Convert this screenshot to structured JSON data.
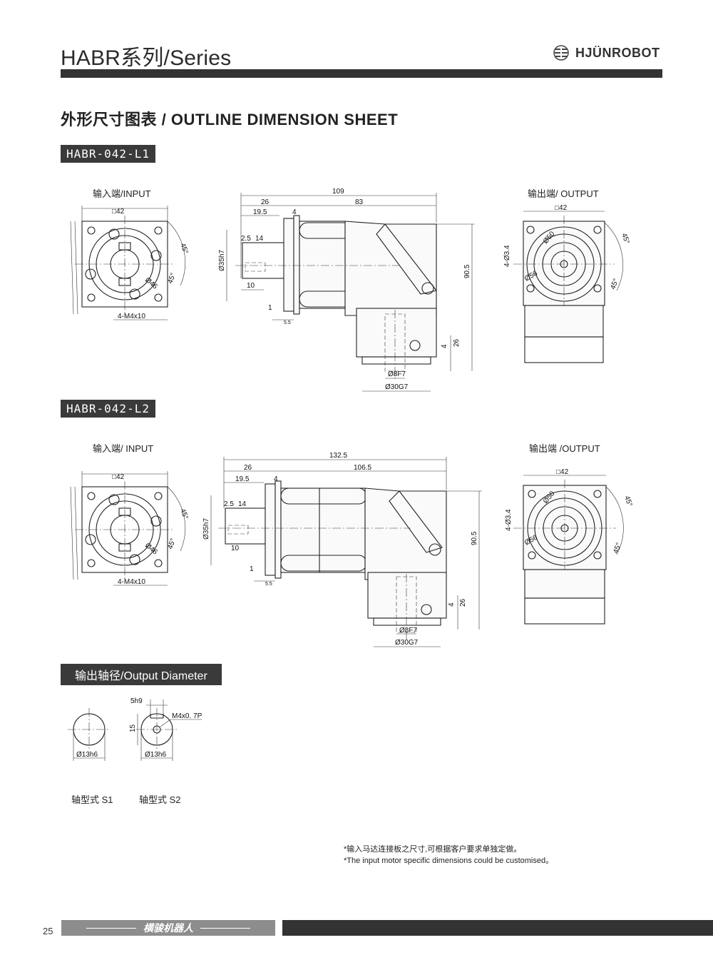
{
  "header": {
    "series_title": "HABR系列/Series",
    "brand": "HJÜNROBOT"
  },
  "section": {
    "heading": "外形尺寸图表 / OUTLINE DIMENSION SHEET"
  },
  "models": [
    {
      "tag": "HABR-042-L1",
      "input_label": "输入端/INPUT",
      "output_label": "输出端/ OUTPUT",
      "dims": {
        "sq42": "□42",
        "d46": "Ø46",
        "a45a": "45°",
        "a45b": "45°",
        "m4": "4-M4x10",
        "len109": "109",
        "len26": "26",
        "len83": "83",
        "len19_5": "19.5",
        "len4": "4",
        "len2_5": "2.5",
        "len14": "14",
        "d35": "Ø35h7",
        "len10": "10",
        "len1": "1",
        "len5_5": "5.5",
        "h90_5": "90.5",
        "h26": "26",
        "h4": "4",
        "d8": "Ø8F7",
        "d30": "Ø30G7",
        "out_sq42": "□42",
        "out_d50": "Ø50",
        "out_d56": "Ø56",
        "out_holes": "4-Ø3.4",
        "out_a45a": "45°",
        "out_a45b": "45°"
      }
    },
    {
      "tag": "HABR-042-L2",
      "input_label": "输入端/ INPUT",
      "output_label": "输出端 /OUTPUT",
      "dims": {
        "sq42": "□42",
        "d46": "Ø46",
        "a45a": "45°",
        "a45b": "45°",
        "m4": "4-M4x10",
        "len132_5": "132.5",
        "len26": "26",
        "len106_5": "106.5",
        "len19_5": "19.5",
        "len4": "4",
        "len2_5": "2.5",
        "len14": "14",
        "d35": "Ø35h7",
        "len10": "10",
        "len1": "1",
        "len5_5": "5.5",
        "h90_5": "90.5",
        "h26": "26",
        "h4": "4",
        "d8": "Ø8F7",
        "d30": "Ø30G7",
        "out_sq42": "□42",
        "out_d50": "Ø50",
        "out_d56": "Ø56",
        "out_holes": "4-Ø3.4",
        "out_a45a": "45°",
        "out_a45b": "45°"
      }
    }
  ],
  "output_diameter": {
    "tag": "输出轴径/Output Diameter",
    "s1": {
      "dia": "Ø13h6",
      "label": "轴型式 S1"
    },
    "s2": {
      "dia": "Ø13h6",
      "key": "5h9",
      "height": "15",
      "thread": "M4x0. 7P",
      "label": "轴型式 S2"
    }
  },
  "note": {
    "cn": "*输入马达连接板之尺寸,可根据客户要求单独定做。",
    "en": "*The input motor specific dimensions could be customised。"
  },
  "footer": {
    "page": "25",
    "brand_cn": "横骏机器人"
  }
}
